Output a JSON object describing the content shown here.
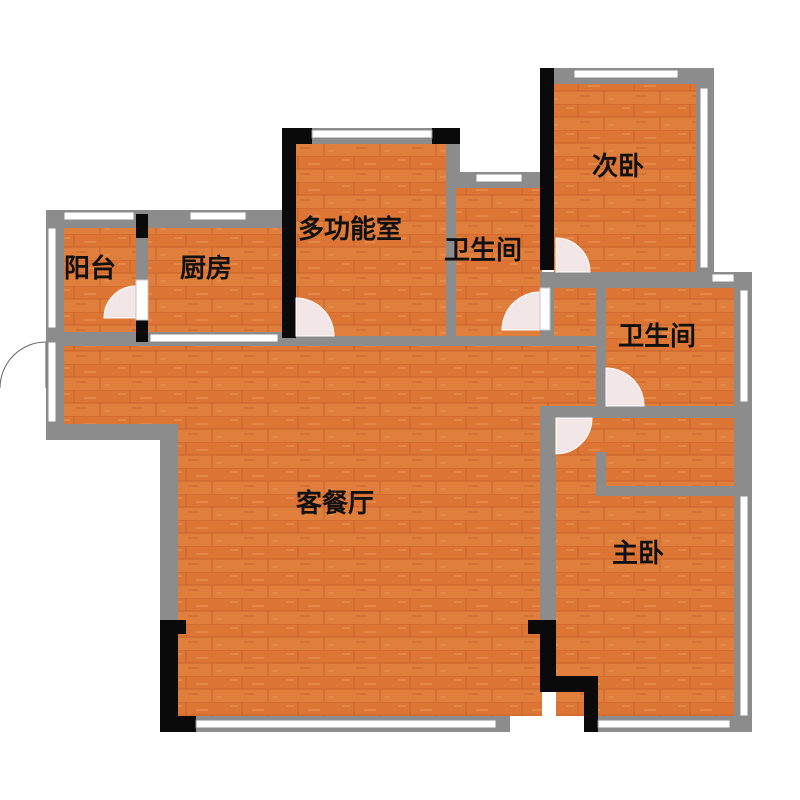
{
  "rooms": {
    "balcony": "阳台",
    "kitchen": "厨房",
    "multi_room": "多功能室",
    "bathroom_1": "卫生间",
    "second_bedroom": "次卧",
    "bathroom_2": "卫生间",
    "living_dining": "客餐厅",
    "master_bedroom": "主卧"
  },
  "colors": {
    "floor": "#df7a38",
    "floor_dark": "#c8622a",
    "wall": "#8c8c8c",
    "structural_wall": "#0a0a0a",
    "window": "#ffffff",
    "door_swing": "#f2e6e6"
  }
}
